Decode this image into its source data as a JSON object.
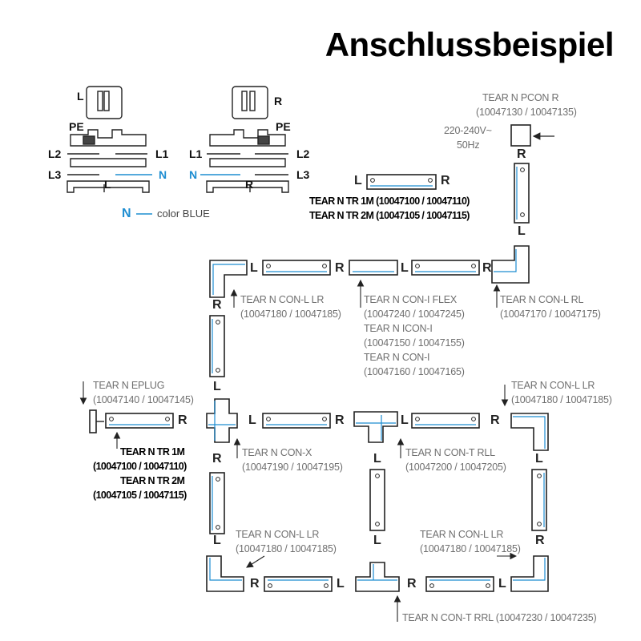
{
  "title": "Anschlussbeispiel",
  "adapters": {
    "left": {
      "top": "L",
      "pe": "PE",
      "l2": "L2",
      "l1": "L1",
      "l3": "L3",
      "n": "N",
      "bottom": "L"
    },
    "right": {
      "top": "R",
      "pe": "PE",
      "l1": "L1",
      "l2": "L2",
      "n": "N",
      "l3": "L3",
      "bottom": "R"
    }
  },
  "legend": {
    "n": "N",
    "text": "color BLUE"
  },
  "feed": {
    "name": "TEAR N PCON R",
    "code": "(10047130 / 10047135)",
    "voltage": "220-240V~",
    "freq": "50Hz"
  },
  "track_labels_top": {
    "line1": "TEAR N TR 1M (10047100 / 10047110)",
    "line2": "TEAR N TR 2M (10047105 / 10047115)"
  },
  "track_labels_left": {
    "line1": "TEAR N TR 1M",
    "line2": "(10047100 / 10047110)",
    "line3": "TEAR N TR 2M",
    "line4": "(10047105 / 10047115)"
  },
  "connectors": {
    "con_l_lr_top": {
      "name": "TEAR N CON-L LR",
      "code": "(10047180 / 10047185)"
    },
    "con_i_flex": {
      "lines": [
        "TEAR N CON-I FLEX",
        "(10047240 / 10047245)",
        "TEAR N ICON-I",
        "(10047150 / 10047155)",
        "TEAR N CON-I",
        "(10047160 / 10047165)"
      ]
    },
    "con_l_rl": {
      "name": "TEAR N CON-L RL",
      "code": "(10047170 / 10047175)"
    },
    "eplug": {
      "name": "TEAR N EPLUG",
      "code": "(10047140 / 10047145)"
    },
    "con_l_lr_right": {
      "name": "TEAR N CON-L LR",
      "code": "(10047180 / 10047185)"
    },
    "con_x": {
      "name": "TEAR N CON-X",
      "code": "(10047190 / 10047195)"
    },
    "con_t_rll": {
      "name": "TEAR N CON-T RLL",
      "code": "(10047200 / 10047205)"
    },
    "con_l_lr_bl": {
      "name": "TEAR N CON-L LR",
      "code": "(10047180 / 10047185)"
    },
    "con_l_lr_br": {
      "name": "TEAR N CON-L LR",
      "code": "(10047180 / 10047185)"
    },
    "con_t_rrl": {
      "name": "TEAR N CON-T RRL (10047230 / 10047235)"
    }
  },
  "lr": {
    "top_track_l": "L",
    "top_track_r": "R",
    "feed_r": "R",
    "feed_l": "L",
    "row1_l1": "L",
    "row1_r1": "R",
    "row1_l2": "L",
    "corner_tl_r": "R",
    "row2_r1": "R",
    "row2_l1": "L",
    "row2_r2": "R",
    "row2_l2": "L",
    "row2_r3": "R",
    "x_r": "R",
    "t_l": "L",
    "right_l": "L",
    "col_l_bottom": "L",
    "col_mid_l": "L",
    "col_right_r": "R",
    "row3_r1": "R",
    "row3_l1": "L",
    "row3_r2": "R",
    "row3_l2": "L"
  },
  "colors": {
    "accent": "#1d8dd1",
    "line": "#222222",
    "text": "#6f6f6f"
  }
}
